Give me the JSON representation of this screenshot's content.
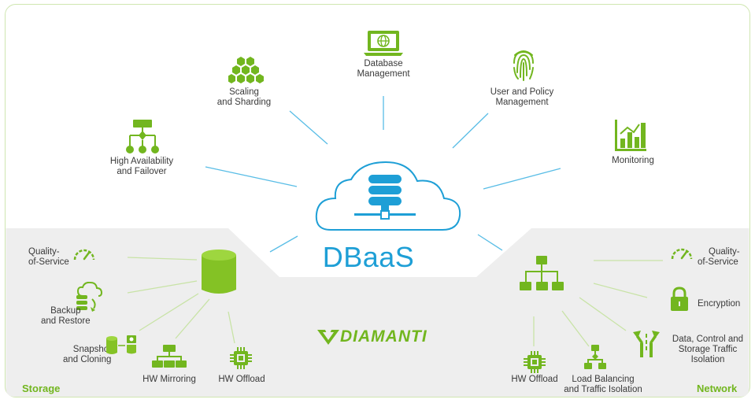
{
  "center": {
    "title": "DBaaS"
  },
  "brand": {
    "name": "DIAMANTI",
    "color": "#72b61f"
  },
  "colors": {
    "accent_green": "#72b61f",
    "cloud_blue": "#1e9fd6",
    "connector_blue": "#59bde6",
    "connector_green": "#c8e3a6",
    "panel_gray": "#eeeeee"
  },
  "top_features": {
    "database_management": {
      "line1": "Database",
      "line2": "Management",
      "icon": "globe-laptop-icon"
    },
    "scaling_sharding": {
      "line1": "Scaling",
      "line2": "and Sharding",
      "icon": "hexagon-cluster-icon"
    },
    "user_policy": {
      "line1": "User and Policy",
      "line2": "Management",
      "icon": "fingerprint-icon"
    },
    "high_availability": {
      "line1": "High Availability",
      "line2": "and Failover",
      "icon": "failover-tree-icon"
    },
    "monitoring": {
      "line1": "Monitoring",
      "icon": "bar-chart-icon"
    }
  },
  "storage": {
    "section_label": "Storage",
    "qos": {
      "line1": "Quality-",
      "line2": "of-Service",
      "icon": "speedometer-icon"
    },
    "backup": {
      "line1": "Backup",
      "line2": "and Restore",
      "icon": "cloud-backup-icon"
    },
    "snapshot": {
      "line1": "Snapshot",
      "line2": "and Cloning",
      "icon": "snapshot-icon"
    },
    "mirroring": {
      "line1": "HW Mirroring",
      "icon": "mirror-tree-icon"
    },
    "offload": {
      "line1": "HW Offload",
      "icon": "chip-icon"
    },
    "hub_icon": "database-cylinder-icon"
  },
  "network": {
    "section_label": "Network",
    "qos": {
      "line1": "Quality-",
      "line2": "of-Service",
      "icon": "speedometer-icon"
    },
    "encryption": {
      "line1": "Encryption",
      "icon": "padlock-icon"
    },
    "isolation": {
      "line1": "Data, Control and",
      "line2": "Storage Traffic",
      "line3": "Isolation",
      "icon": "split-arrows-icon"
    },
    "load_balancing": {
      "line1": "Load Balancing",
      "line2": "and Traffic Isolation",
      "icon": "balance-tree-icon"
    },
    "offload": {
      "line1": "HW Offload",
      "icon": "chip-icon"
    },
    "hub_icon": "network-tree-icon"
  }
}
